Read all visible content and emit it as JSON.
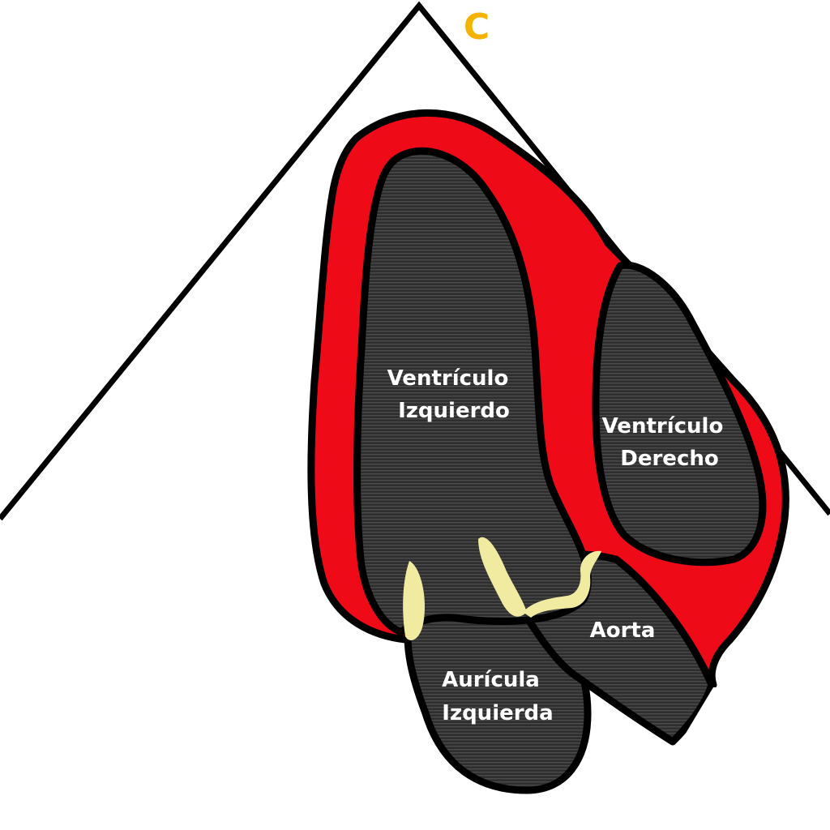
{
  "diagram": {
    "labels": {
      "left_ventricle": [
        "Ventrículo",
        "Izquierdo"
      ],
      "right_ventricle": [
        "Ventrículo",
        "Derecho"
      ],
      "aorta": "Aorta",
      "left_atrium": [
        "Aurícula",
        "Izquierda"
      ]
    },
    "logo": "C"
  },
  "colors": {
    "myocardium": "#ee0a16",
    "chamber": "#333333",
    "outline": "#000000",
    "valve": "#f1eba2",
    "logo": "#f5b300",
    "background": "#ffffff"
  }
}
